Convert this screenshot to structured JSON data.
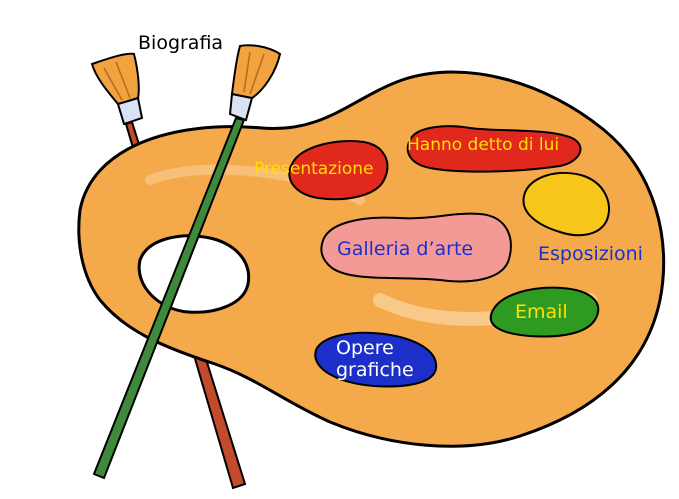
{
  "menu": {
    "biografia": "Biografia",
    "presentazione": "Presentazione",
    "hanno_detto": "Hanno detto di lui",
    "galleria": "Galleria d’arte",
    "esposizioni": "Esposizioni",
    "email": "Email",
    "opere_line1": "Opere",
    "opere_line2": "grafiche"
  },
  "colors": {
    "palette": "#f4a94a",
    "palette_outline": "#000000",
    "red_blob": "#e0281c",
    "yellow_blob": "#f7c61a",
    "pink_blob": "#f39a96",
    "green_blob": "#2e9a22",
    "blue_blob": "#1c2fc9",
    "brush_red_handle": "#c44a2c",
    "brush_green_handle": "#3f8a3a",
    "bristles": "#f2a340",
    "ferrule": "#d8e2f2",
    "label_yellow": "#ffe000",
    "label_blue": "#1a2fd6"
  }
}
